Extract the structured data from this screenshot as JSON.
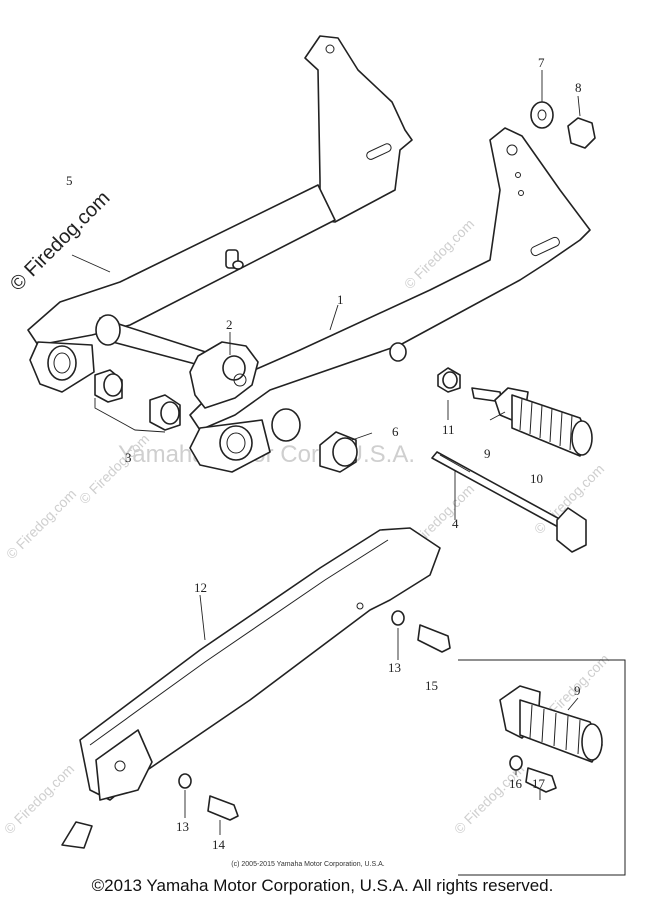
{
  "watermarks": {
    "main": "© Firedog.com",
    "faint": "© Firedog.com",
    "center": "Yamaha Motor Corp, U.S.A."
  },
  "callouts": {
    "p1": "1",
    "p2": "2",
    "p3": "3",
    "p4": "4",
    "p5": "5",
    "p6": "6",
    "p7": "7",
    "p8": "8",
    "p9a": "9",
    "p10": "10",
    "p11": "11",
    "p12": "12",
    "p13a": "13",
    "p13b": "13",
    "p14": "14",
    "p15": "15",
    "p9b": "9",
    "p16": "16",
    "p17": "17"
  },
  "small_copyright": "(c) 2005-2015 Yamaha Motor Corporation, U.S.A.",
  "footer_copyright": "©2013 Yamaha Motor Corporation, U.S.A. All rights reserved."
}
